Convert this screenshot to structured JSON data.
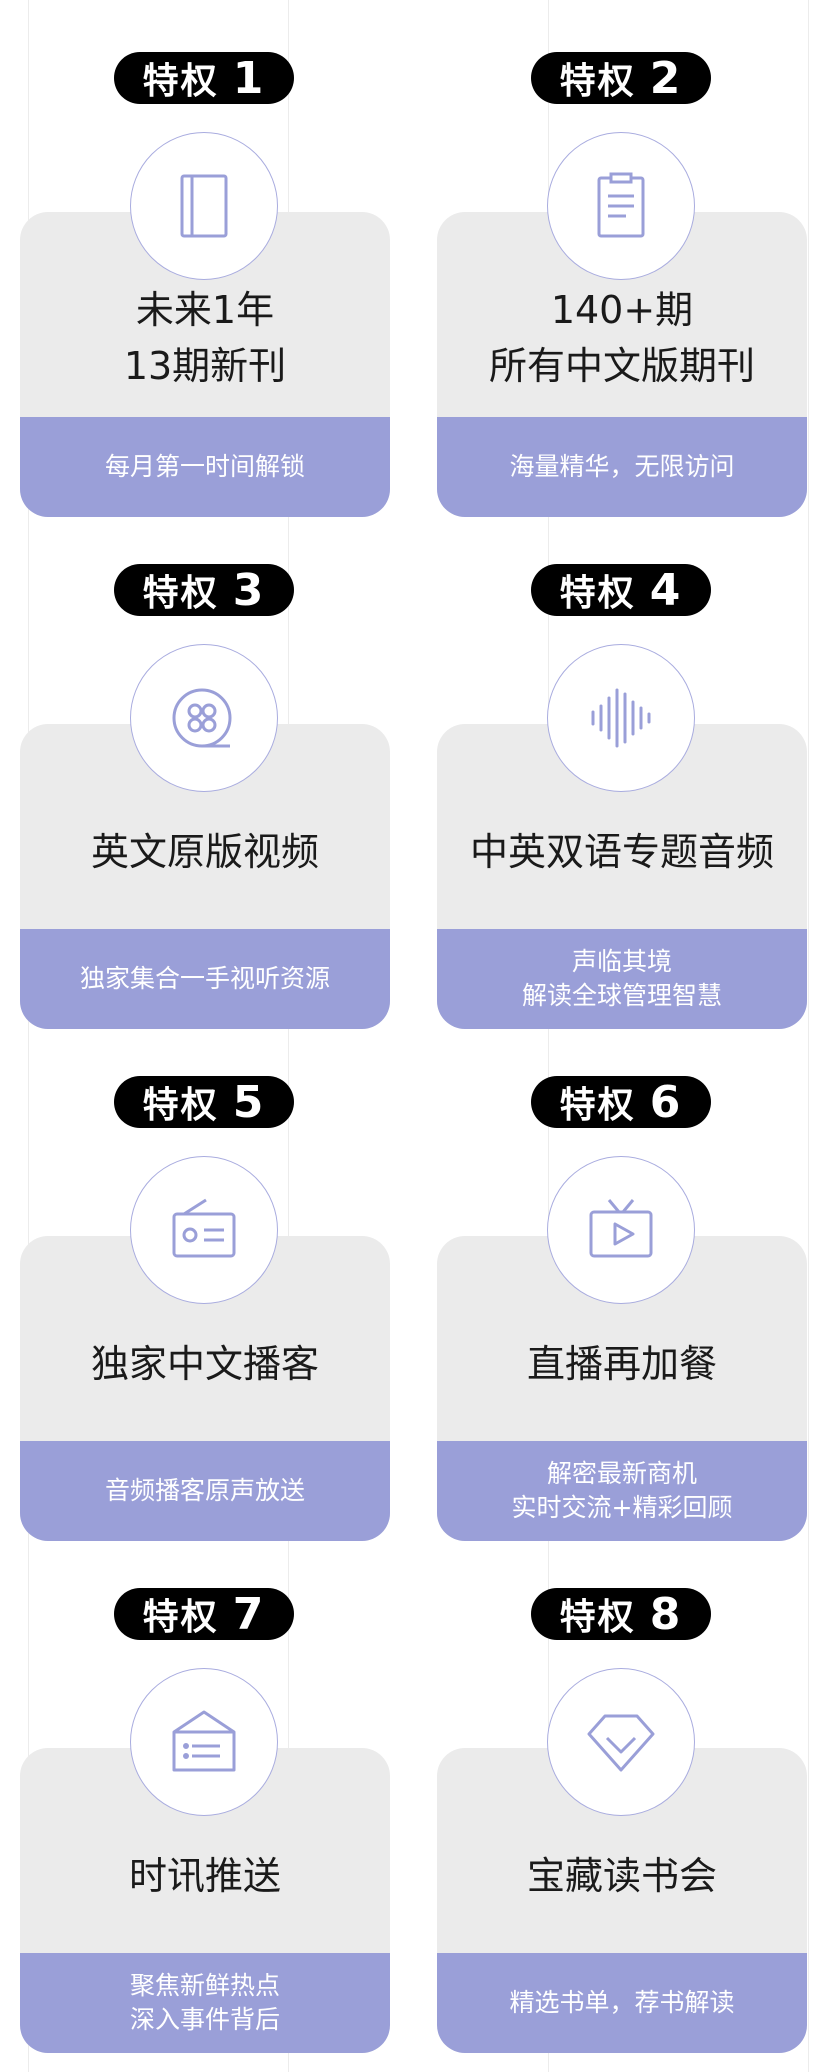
{
  "colors": {
    "accent": "#9a9fd8",
    "card": "#ebebeb",
    "badge": "#000000"
  },
  "privileges": [
    {
      "badge": "特权",
      "num": "1",
      "icon": "notebook-icon",
      "title": [
        "未来1年",
        "13期新刊"
      ],
      "desc": [
        "每月第一时间解锁"
      ]
    },
    {
      "badge": "特权",
      "num": "2",
      "icon": "document-icon",
      "title": [
        "140+期",
        "所有中文版期刊"
      ],
      "desc": [
        "海量精华，无限访问"
      ]
    },
    {
      "badge": "特权",
      "num": "3",
      "icon": "film-reel-icon",
      "title": [
        "英文原版视频"
      ],
      "desc": [
        "独家集合一手视听资源"
      ]
    },
    {
      "badge": "特权",
      "num": "4",
      "icon": "soundwave-icon",
      "title": [
        "中英双语专题音频"
      ],
      "desc": [
        "声临其境",
        "解读全球管理智慧"
      ]
    },
    {
      "badge": "特权",
      "num": "5",
      "icon": "radio-icon",
      "title": [
        "独家中文播客"
      ],
      "desc": [
        "音频播客原声放送"
      ]
    },
    {
      "badge": "特权",
      "num": "6",
      "icon": "tv-play-icon",
      "title": [
        "直播再加餐"
      ],
      "desc": [
        "解密最新商机",
        "实时交流+精彩回顾"
      ]
    },
    {
      "badge": "特权",
      "num": "7",
      "icon": "mail-icon",
      "title": [
        "时讯推送"
      ],
      "desc": [
        "聚焦新鲜热点",
        "深入事件背后"
      ]
    },
    {
      "badge": "特权",
      "num": "8",
      "icon": "diamond-icon",
      "title": [
        "宝藏读书会"
      ],
      "desc": [
        "精选书单，荐书解读"
      ]
    }
  ]
}
